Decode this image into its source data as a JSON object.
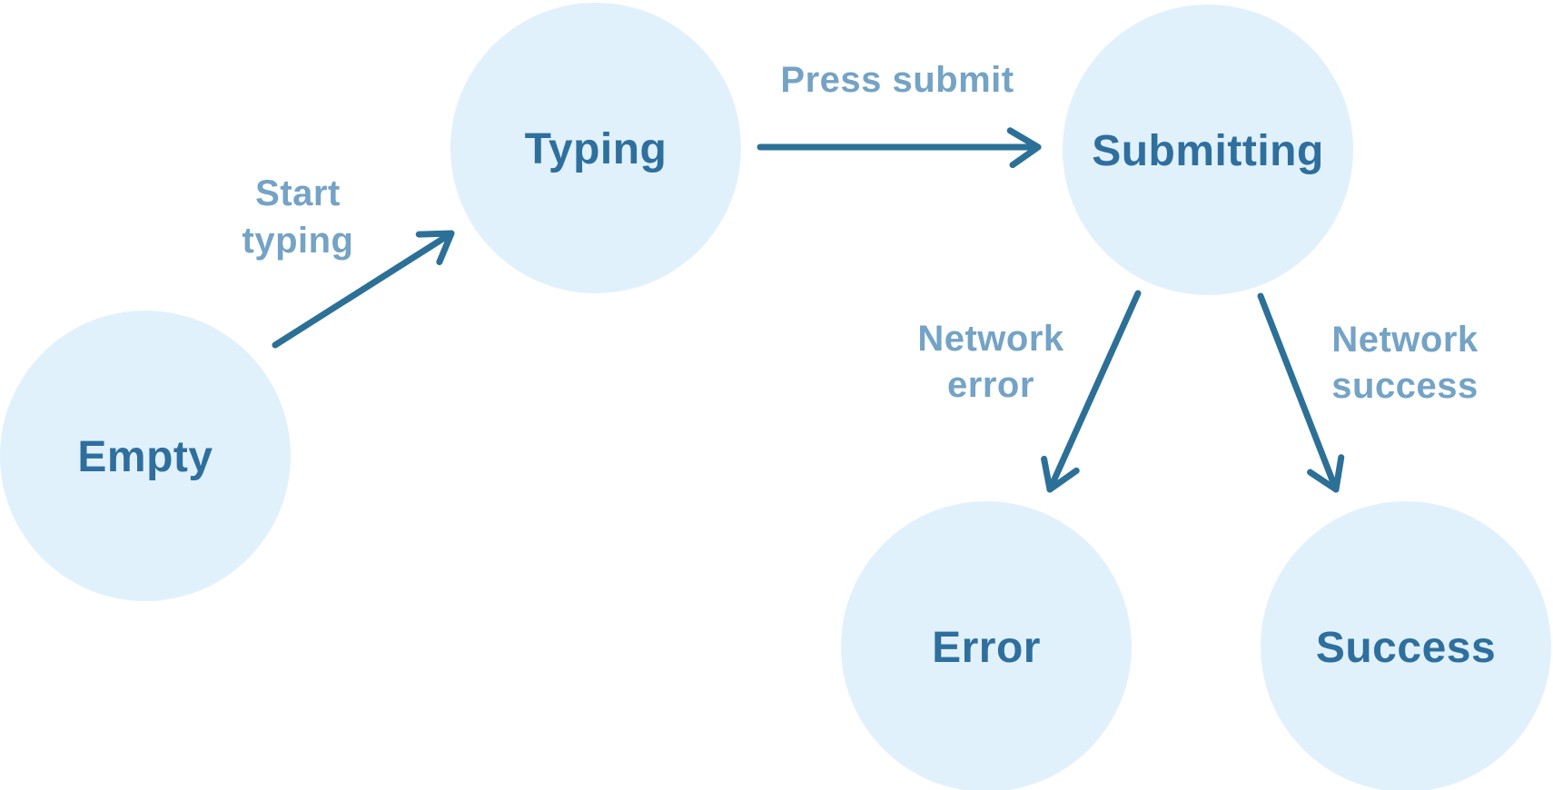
{
  "diagram": {
    "colors": {
      "node_fill": "#e1f1fb",
      "node_label": "#2e6f9e",
      "arrow": "#2d7097",
      "edge_label": "#74a3c5"
    },
    "nodes": [
      {
        "id": "empty",
        "label": "Empty"
      },
      {
        "id": "typing",
        "label": "Typing"
      },
      {
        "id": "submitting",
        "label": "Submitting"
      },
      {
        "id": "error",
        "label": "Error"
      },
      {
        "id": "success",
        "label": "Success"
      }
    ],
    "edges": [
      {
        "from": "empty",
        "to": "typing",
        "label_lines": [
          "Start",
          "typing"
        ]
      },
      {
        "from": "typing",
        "to": "submitting",
        "label_lines": [
          "Press submit"
        ]
      },
      {
        "from": "submitting",
        "to": "error",
        "label_lines": [
          "Network",
          "error"
        ]
      },
      {
        "from": "submitting",
        "to": "success",
        "label_lines": [
          "Network",
          "success"
        ]
      }
    ]
  }
}
